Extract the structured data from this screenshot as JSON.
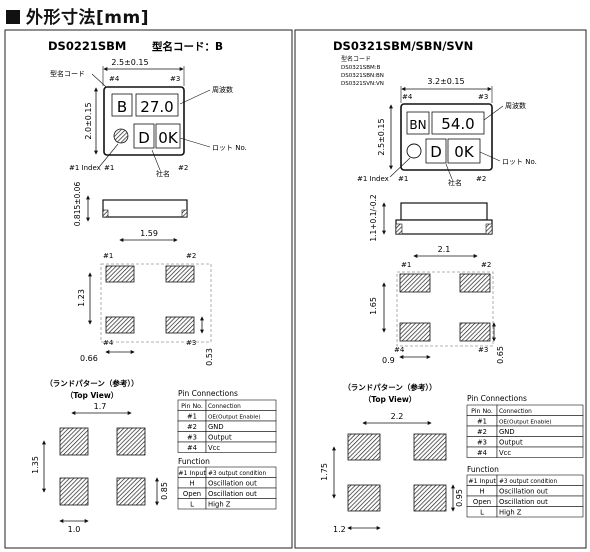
{
  "title": "外形寸法[mm]",
  "left": {
    "model": "DS0221SBM",
    "type_code_label": "型名コード：B",
    "callouts": {
      "type_code": "型名コード",
      "frequency": "周波数",
      "lot_no": "ロット No.",
      "pin1_index": "#1 Index",
      "company": "社名"
    },
    "marking": {
      "code": "B",
      "frequency": "27.0",
      "lot": "D",
      "lot2": "0K"
    },
    "dims": {
      "width": "2.5±0.15",
      "height": "2.0±0.15",
      "thickness": "0.815±0.06",
      "pad_pitch_x": "1.59",
      "pad_pitch_y": "1.23",
      "pad_w": "0.66",
      "pad_h": "0.53"
    },
    "pins": {
      "p1": "#1",
      "p2": "#2",
      "p3": "#3",
      "p4": "#4"
    },
    "land_pattern": {
      "title": "（ランドパターン（参考））",
      "view": "（Top View）",
      "pitch_x": "1.7",
      "pitch_y": "1.35",
      "pad_w": "1.0",
      "pad_h": "0.85"
    },
    "pin_connections": {
      "title": "Pin Connections",
      "headers": [
        "Pin No.",
        "Connection"
      ],
      "rows": [
        [
          "#1",
          "OE(Output Enable)"
        ],
        [
          "#2",
          "GND"
        ],
        [
          "#3",
          "Output"
        ],
        [
          "#4",
          "Vcc"
        ]
      ]
    },
    "function": {
      "title": "Function",
      "headers": [
        "#1 Input",
        "#3 output condition"
      ],
      "rows": [
        [
          "H",
          "Oscillation out"
        ],
        [
          "Open",
          "Oscillation out"
        ],
        [
          "L",
          "High Z"
        ]
      ]
    }
  },
  "right": {
    "model": "DS0321SBM/SBN/SVN",
    "type_code_label": "型名コード",
    "model_codes": [
      "DS0321SBM:B",
      "DS0321SBN:BN",
      "DS0321SVN:VN"
    ],
    "callouts": {
      "frequency": "周波数",
      "lot_no": "ロット No.",
      "pin1_index": "#1 Index",
      "company": "社名"
    },
    "marking": {
      "code": "BN",
      "frequency": "54.0",
      "lot": "D",
      "lot2": "0K"
    },
    "dims": {
      "width": "3.2±0.15",
      "height": "2.5±0.15",
      "thickness": "1.1+0.1/-0.2",
      "pad_pitch_x": "2.1",
      "pad_pitch_y": "1.65",
      "pad_w": "0.9",
      "pad_h": "0.65"
    },
    "pins": {
      "p1": "#1",
      "p2": "#2",
      "p3": "#3",
      "p4": "#4"
    },
    "land_pattern": {
      "title": "（ランドパターン（参考））",
      "view": "（Top View）",
      "pitch_x": "2.2",
      "pitch_y": "1.75",
      "pad_w": "1.2",
      "pad_h": "0.95"
    },
    "pin_connections": {
      "title": "Pin Connections",
      "headers": [
        "Pin No.",
        "Connection"
      ],
      "rows": [
        [
          "#1",
          "OE(Output Enable)"
        ],
        [
          "#2",
          "GND"
        ],
        [
          "#3",
          "Output"
        ],
        [
          "#4",
          "Vcc"
        ]
      ]
    },
    "function": {
      "title": "Function",
      "headers": [
        "#1 Input",
        "#3 output condition"
      ],
      "rows": [
        [
          "H",
          "Oscillation out"
        ],
        [
          "Open",
          "Oscillation out"
        ],
        [
          "L",
          "High Z"
        ]
      ]
    }
  }
}
